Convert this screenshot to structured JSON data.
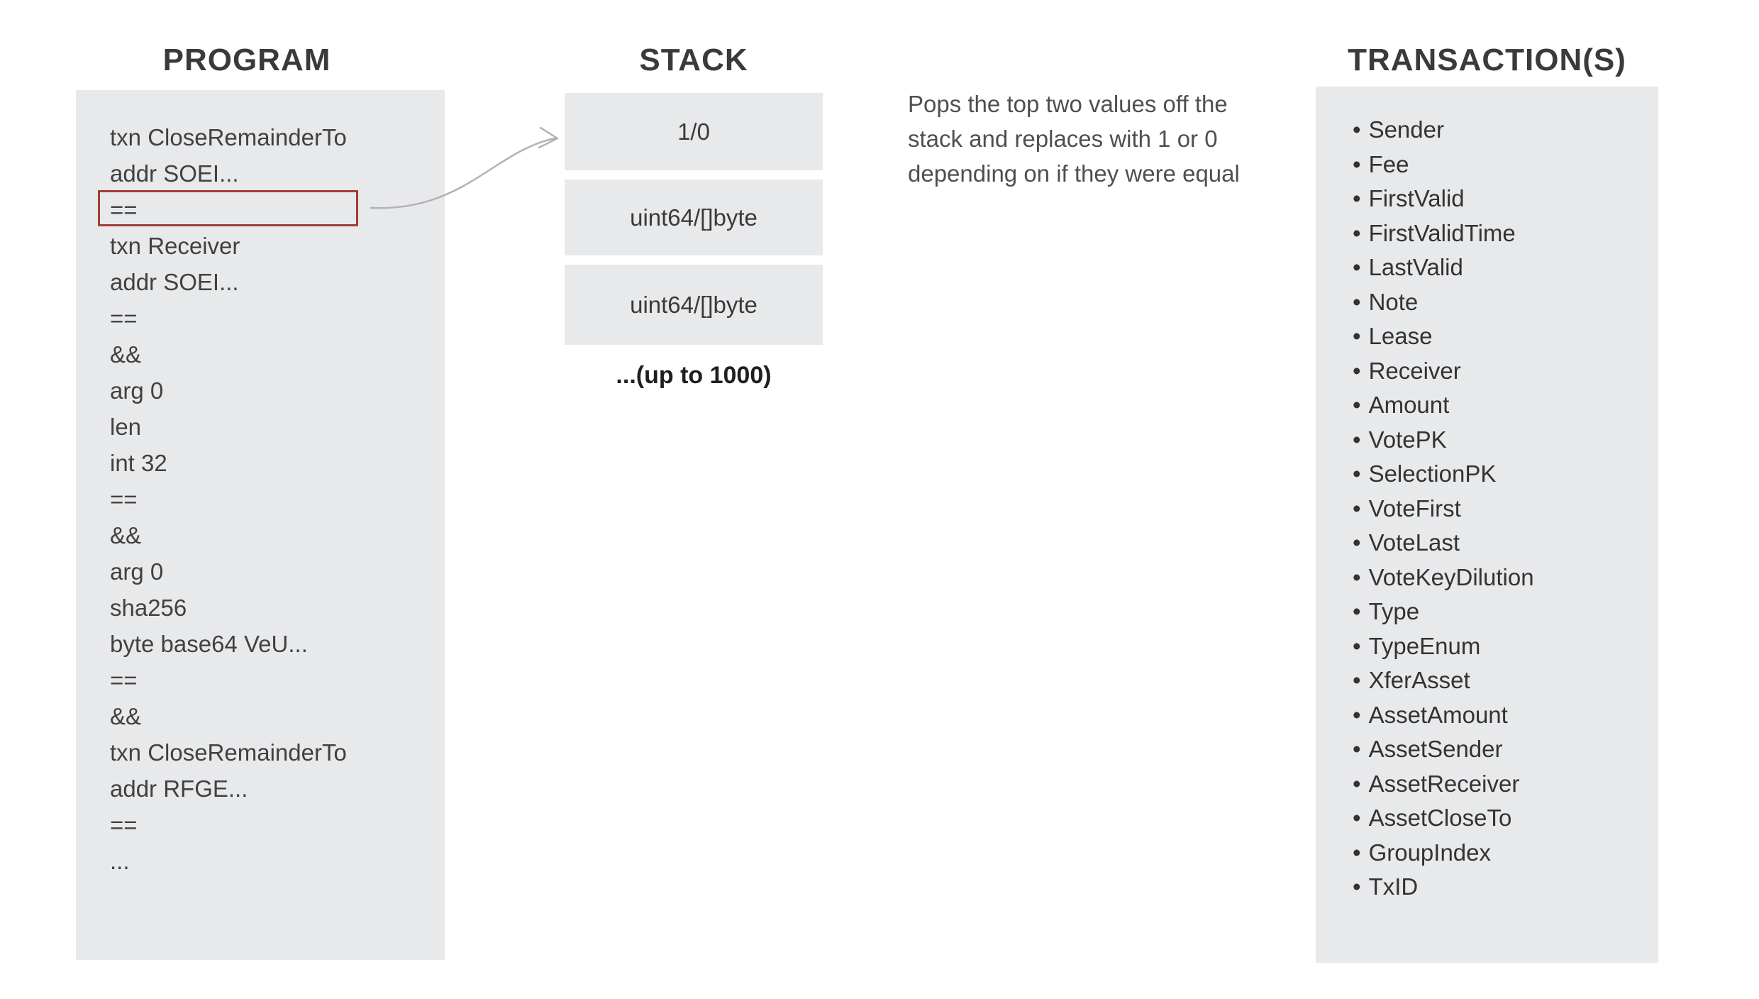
{
  "program": {
    "title": "PROGRAM",
    "lines": [
      "txn CloseRemainderTo",
      "addr SOEI...",
      "==",
      "txn Receiver",
      "addr SOEI...",
      "==",
      "&&",
      "arg 0",
      "len",
      "int 32",
      "==",
      "&&",
      "arg 0",
      "sha256",
      "byte base64 VeU...",
      "==",
      "&&",
      "txn CloseRemainderTo",
      "addr RFGE...",
      "==",
      "..."
    ],
    "highlighted_line_index": 2,
    "highlighted_instruction": "=="
  },
  "stack": {
    "title": "STACK",
    "slots": [
      "1/0",
      "uint64/[]byte",
      "uint64/[]byte"
    ],
    "capacity_note": "...(up to 1000)"
  },
  "description": {
    "lines": [
      "Pops the top two values off the",
      "stack and replaces with 1 or 0",
      "depending on if they were equal"
    ]
  },
  "transactions": {
    "title": "TRANSACTION(S)",
    "bullet": "•",
    "fields": [
      "Sender",
      "Fee",
      "FirstValid",
      "FirstValidTime",
      "LastValid",
      "Note",
      "Lease",
      "Receiver",
      "Amount",
      "VotePK",
      "SelectionPK",
      "VoteFirst",
      "VoteLast",
      "VoteKeyDilution",
      "Type",
      "TypeEnum",
      "XferAsset",
      "AssetAmount",
      "AssetSender",
      "AssetReceiver",
      "AssetCloseTo",
      "GroupIndex",
      "TxID"
    ]
  },
  "colors": {
    "panel_bg": "#e8e9eb",
    "highlight_border": "#a33c38",
    "arrow": "#b2b2b4",
    "title_text": "#3a3a3a",
    "code_text": "#414141",
    "stack_text": "#3a3a3a",
    "note_text": "#1f1f1f",
    "description_text": "#4f4f4f",
    "field_text": "#333333"
  }
}
